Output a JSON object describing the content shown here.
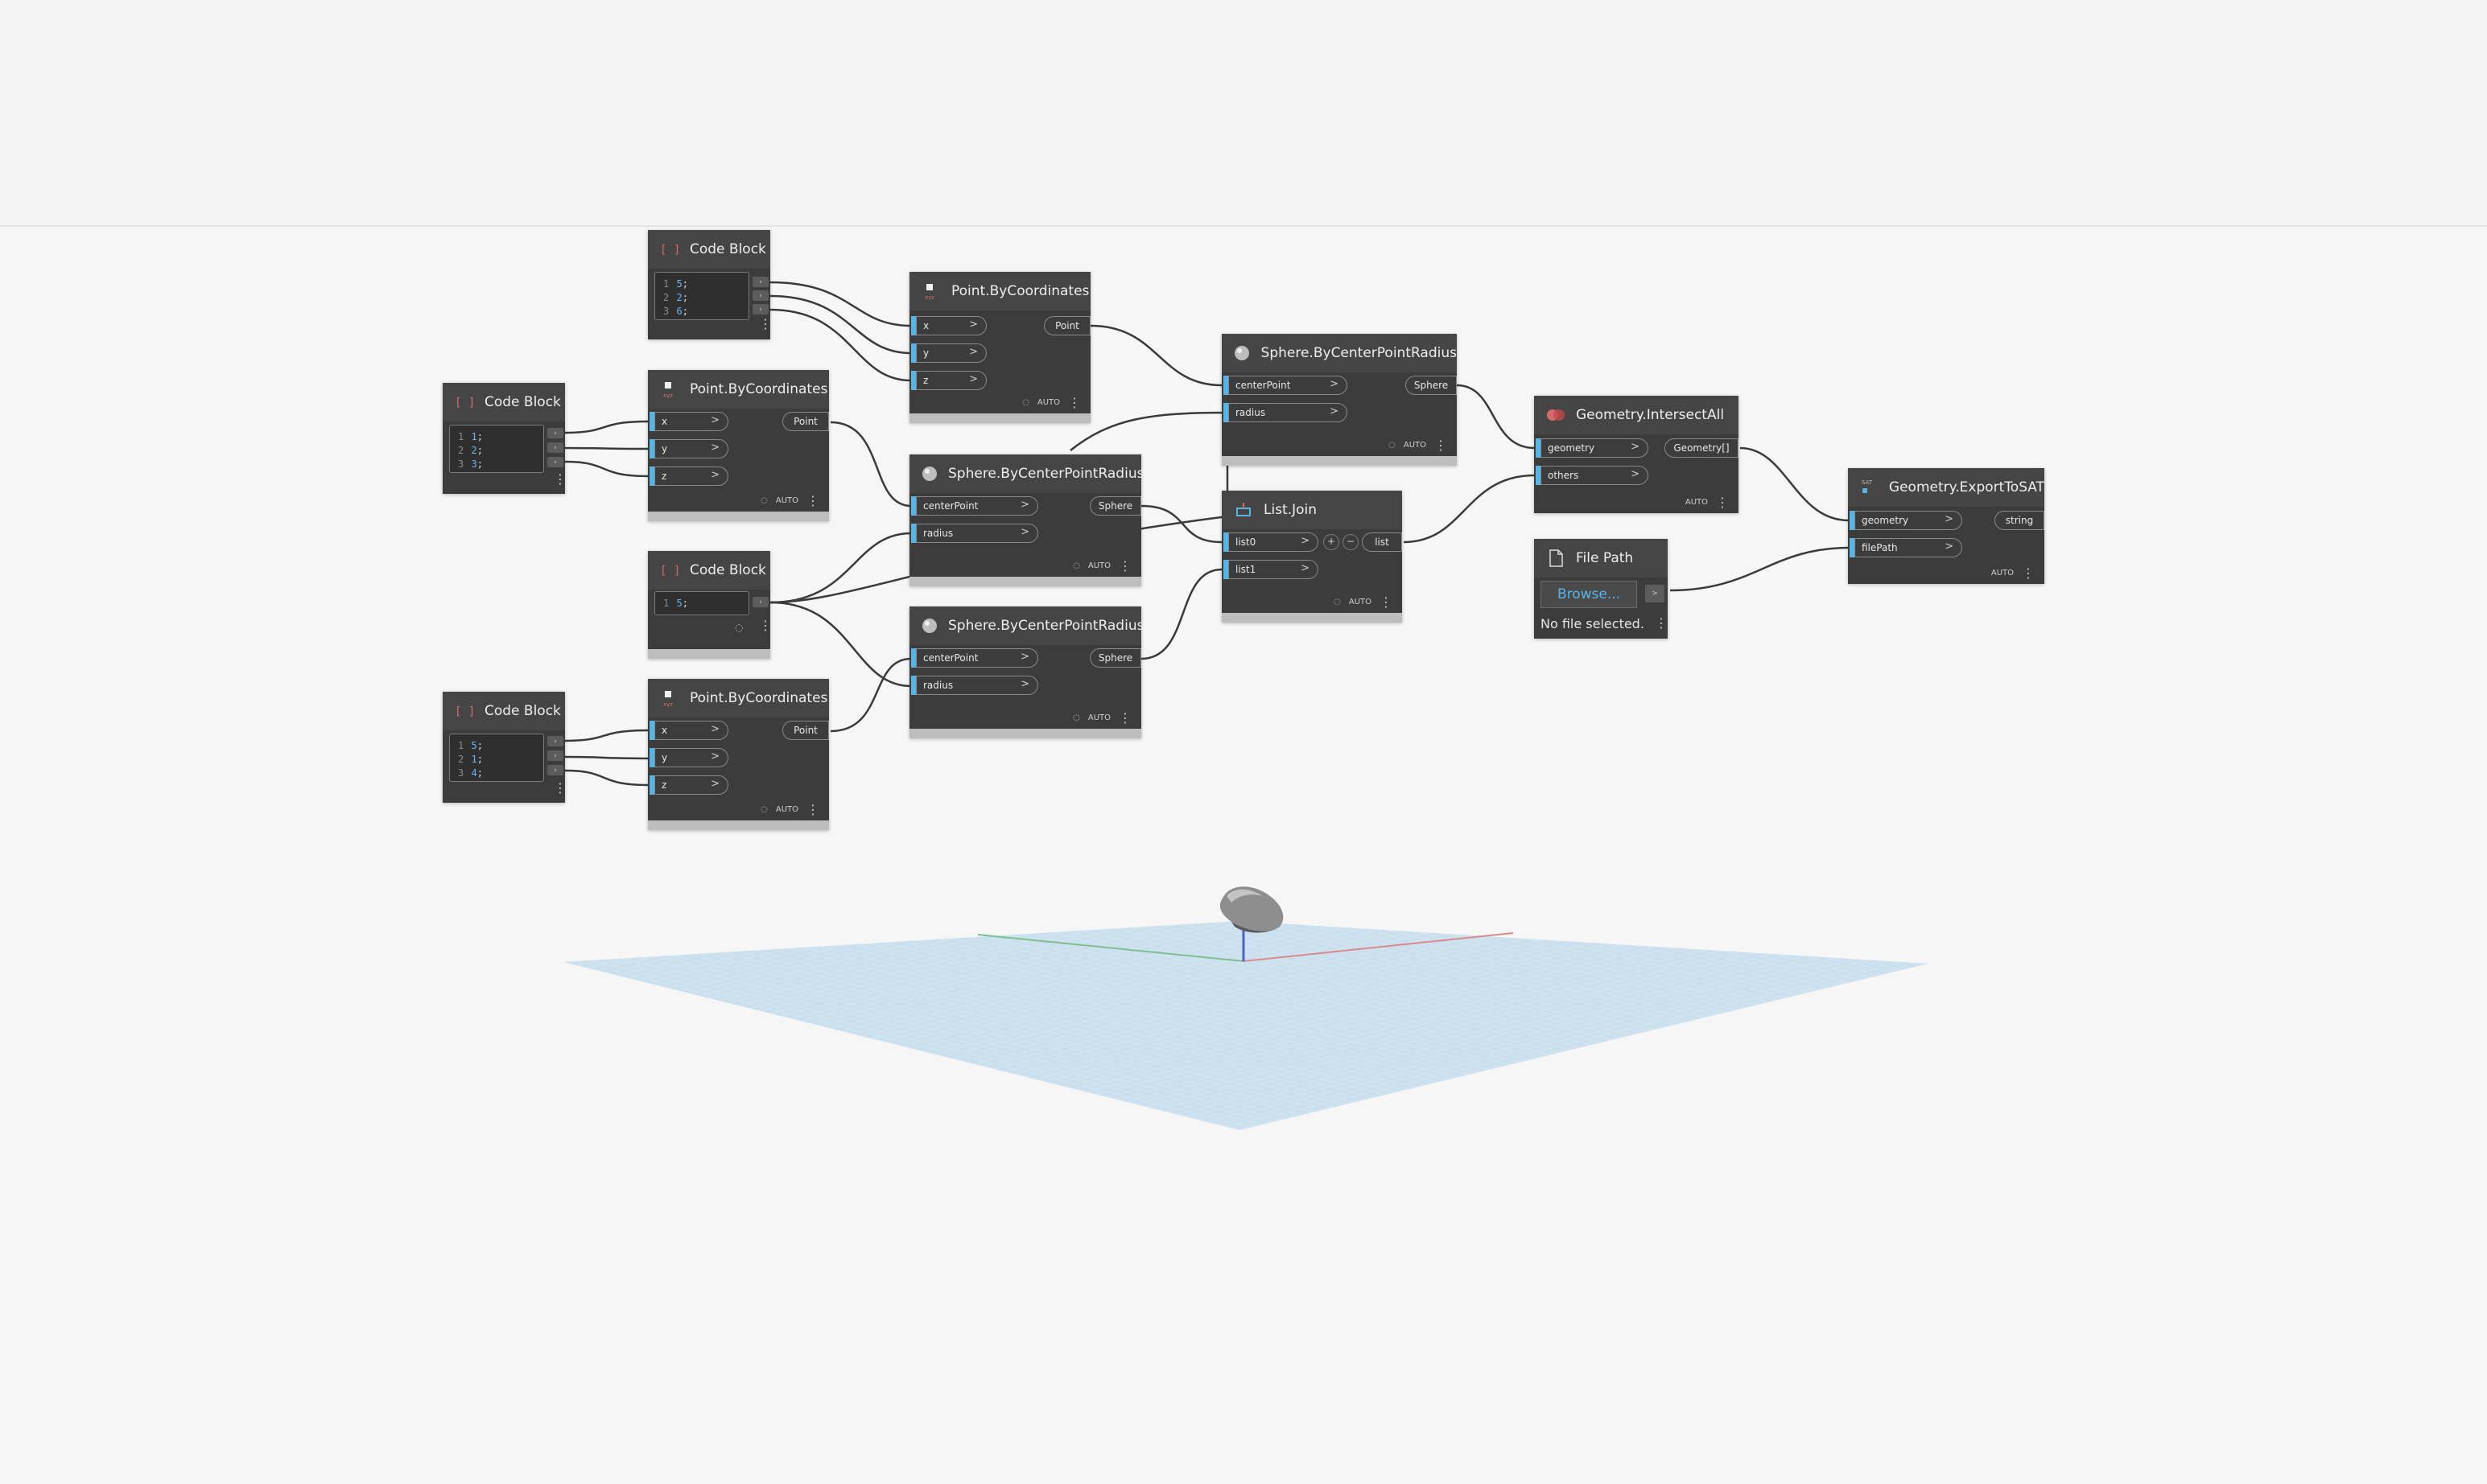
{
  "canvas": {
    "background": "#f6f6f6",
    "wire_color": "#3a3a3a",
    "port_accent": "#59b4e6"
  },
  "nodes": {
    "code_block_1": {
      "title": "Code Block",
      "lines": [
        {
          "n": "1",
          "v": "5"
        },
        {
          "n": "2",
          "v": "2"
        },
        {
          "n": "3",
          "v": "6"
        }
      ]
    },
    "code_block_2": {
      "title": "Code Block",
      "lines": [
        {
          "n": "1",
          "v": "1"
        },
        {
          "n": "2",
          "v": "2"
        },
        {
          "n": "3",
          "v": "3"
        }
      ]
    },
    "code_block_3": {
      "title": "Code Block",
      "lines": [
        {
          "n": "1",
          "v": "5"
        }
      ]
    },
    "code_block_4": {
      "title": "Code Block",
      "lines": [
        {
          "n": "1",
          "v": "5"
        },
        {
          "n": "2",
          "v": "1"
        },
        {
          "n": "3",
          "v": "4"
        }
      ]
    },
    "point_1": {
      "title": "Point.ByCoordinates",
      "inputs": [
        "x",
        "y",
        "z"
      ],
      "output": "Point",
      "mode": "AUTO"
    },
    "point_2": {
      "title": "Point.ByCoordinates",
      "inputs": [
        "x",
        "y",
        "z"
      ],
      "output": "Point",
      "mode": "AUTO"
    },
    "point_3": {
      "title": "Point.ByCoordinates",
      "inputs": [
        "x",
        "y",
        "z"
      ],
      "output": "Point",
      "mode": "AUTO"
    },
    "sphere_1": {
      "title": "Sphere.ByCenterPointRadius",
      "inputs": [
        "centerPoint",
        "radius"
      ],
      "output": "Sphere",
      "mode": "AUTO"
    },
    "sphere_2": {
      "title": "Sphere.ByCenterPointRadius",
      "inputs": [
        "centerPoint",
        "radius"
      ],
      "output": "Sphere",
      "mode": "AUTO"
    },
    "sphere_3": {
      "title": "Sphere.ByCenterPointRadius",
      "inputs": [
        "centerPoint",
        "radius"
      ],
      "output": "Sphere",
      "mode": "AUTO"
    },
    "list_join": {
      "title": "List.Join",
      "inputs": [
        "list0",
        "list1"
      ],
      "output": "list",
      "mode": "AUTO",
      "add": "+",
      "remove": "−"
    },
    "intersect": {
      "title": "Geometry.IntersectAll",
      "inputs": [
        "geometry",
        "others"
      ],
      "output": "Geometry[]",
      "mode": "AUTO"
    },
    "file_path": {
      "title": "File Path",
      "button": "Browse...",
      "status": "No file selected.",
      "output": ">"
    },
    "export_sat": {
      "title": "Geometry.ExportToSAT",
      "inputs": [
        "geometry",
        "filePath"
      ],
      "output": "string",
      "mode": "AUTO",
      "badge": "SAT"
    }
  }
}
